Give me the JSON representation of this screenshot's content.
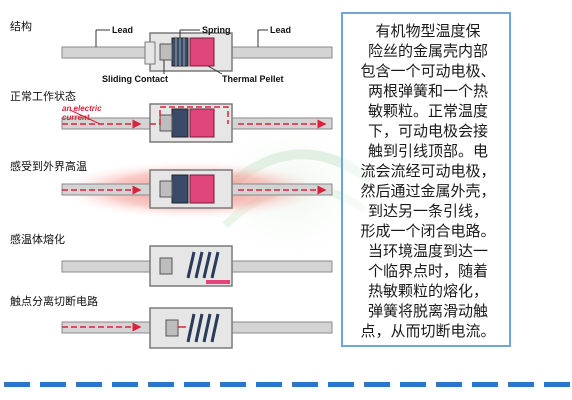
{
  "stages": {
    "structure": "结构",
    "normal": "正常工作状态",
    "heated": "感受到外界高温",
    "melting": "感温体熔化",
    "open": "触点分离切断电路"
  },
  "callouts": {
    "lead_left": "Lead",
    "spring": "Spring",
    "lead_right": "Lead",
    "sliding_contact": "Sliding Contact",
    "thermal_pellet": "Thermal Pellet",
    "electric_current_line1": "an electric",
    "electric_current_line2": "current"
  },
  "description": {
    "lines": [
      "有机物型温度保",
      "险丝的金属壳内部",
      "包含一个可动电极、",
      "两根弹簧和一个热",
      "敏颗粒。正常温度",
      "下，可动电极会接",
      "触到引线顶部。电",
      "流会流经可动电极，",
      "然后通过金属外壳，",
      "到达另一条引线，",
      "形成一个闭合电路。",
      "当环境温度到达一",
      "个临界点时，随着",
      "热敏颗粒的熔化，",
      "弹簧将脱离滑动触",
      "点，从而切断电流。"
    ]
  },
  "colors": {
    "current_arrow": "#e0203a",
    "pellet": "#e0457b",
    "shell": "#e4e4e4",
    "lead": "#cfcfcf",
    "box_border": "#6fa6d6",
    "dash": "#2e74c9"
  }
}
